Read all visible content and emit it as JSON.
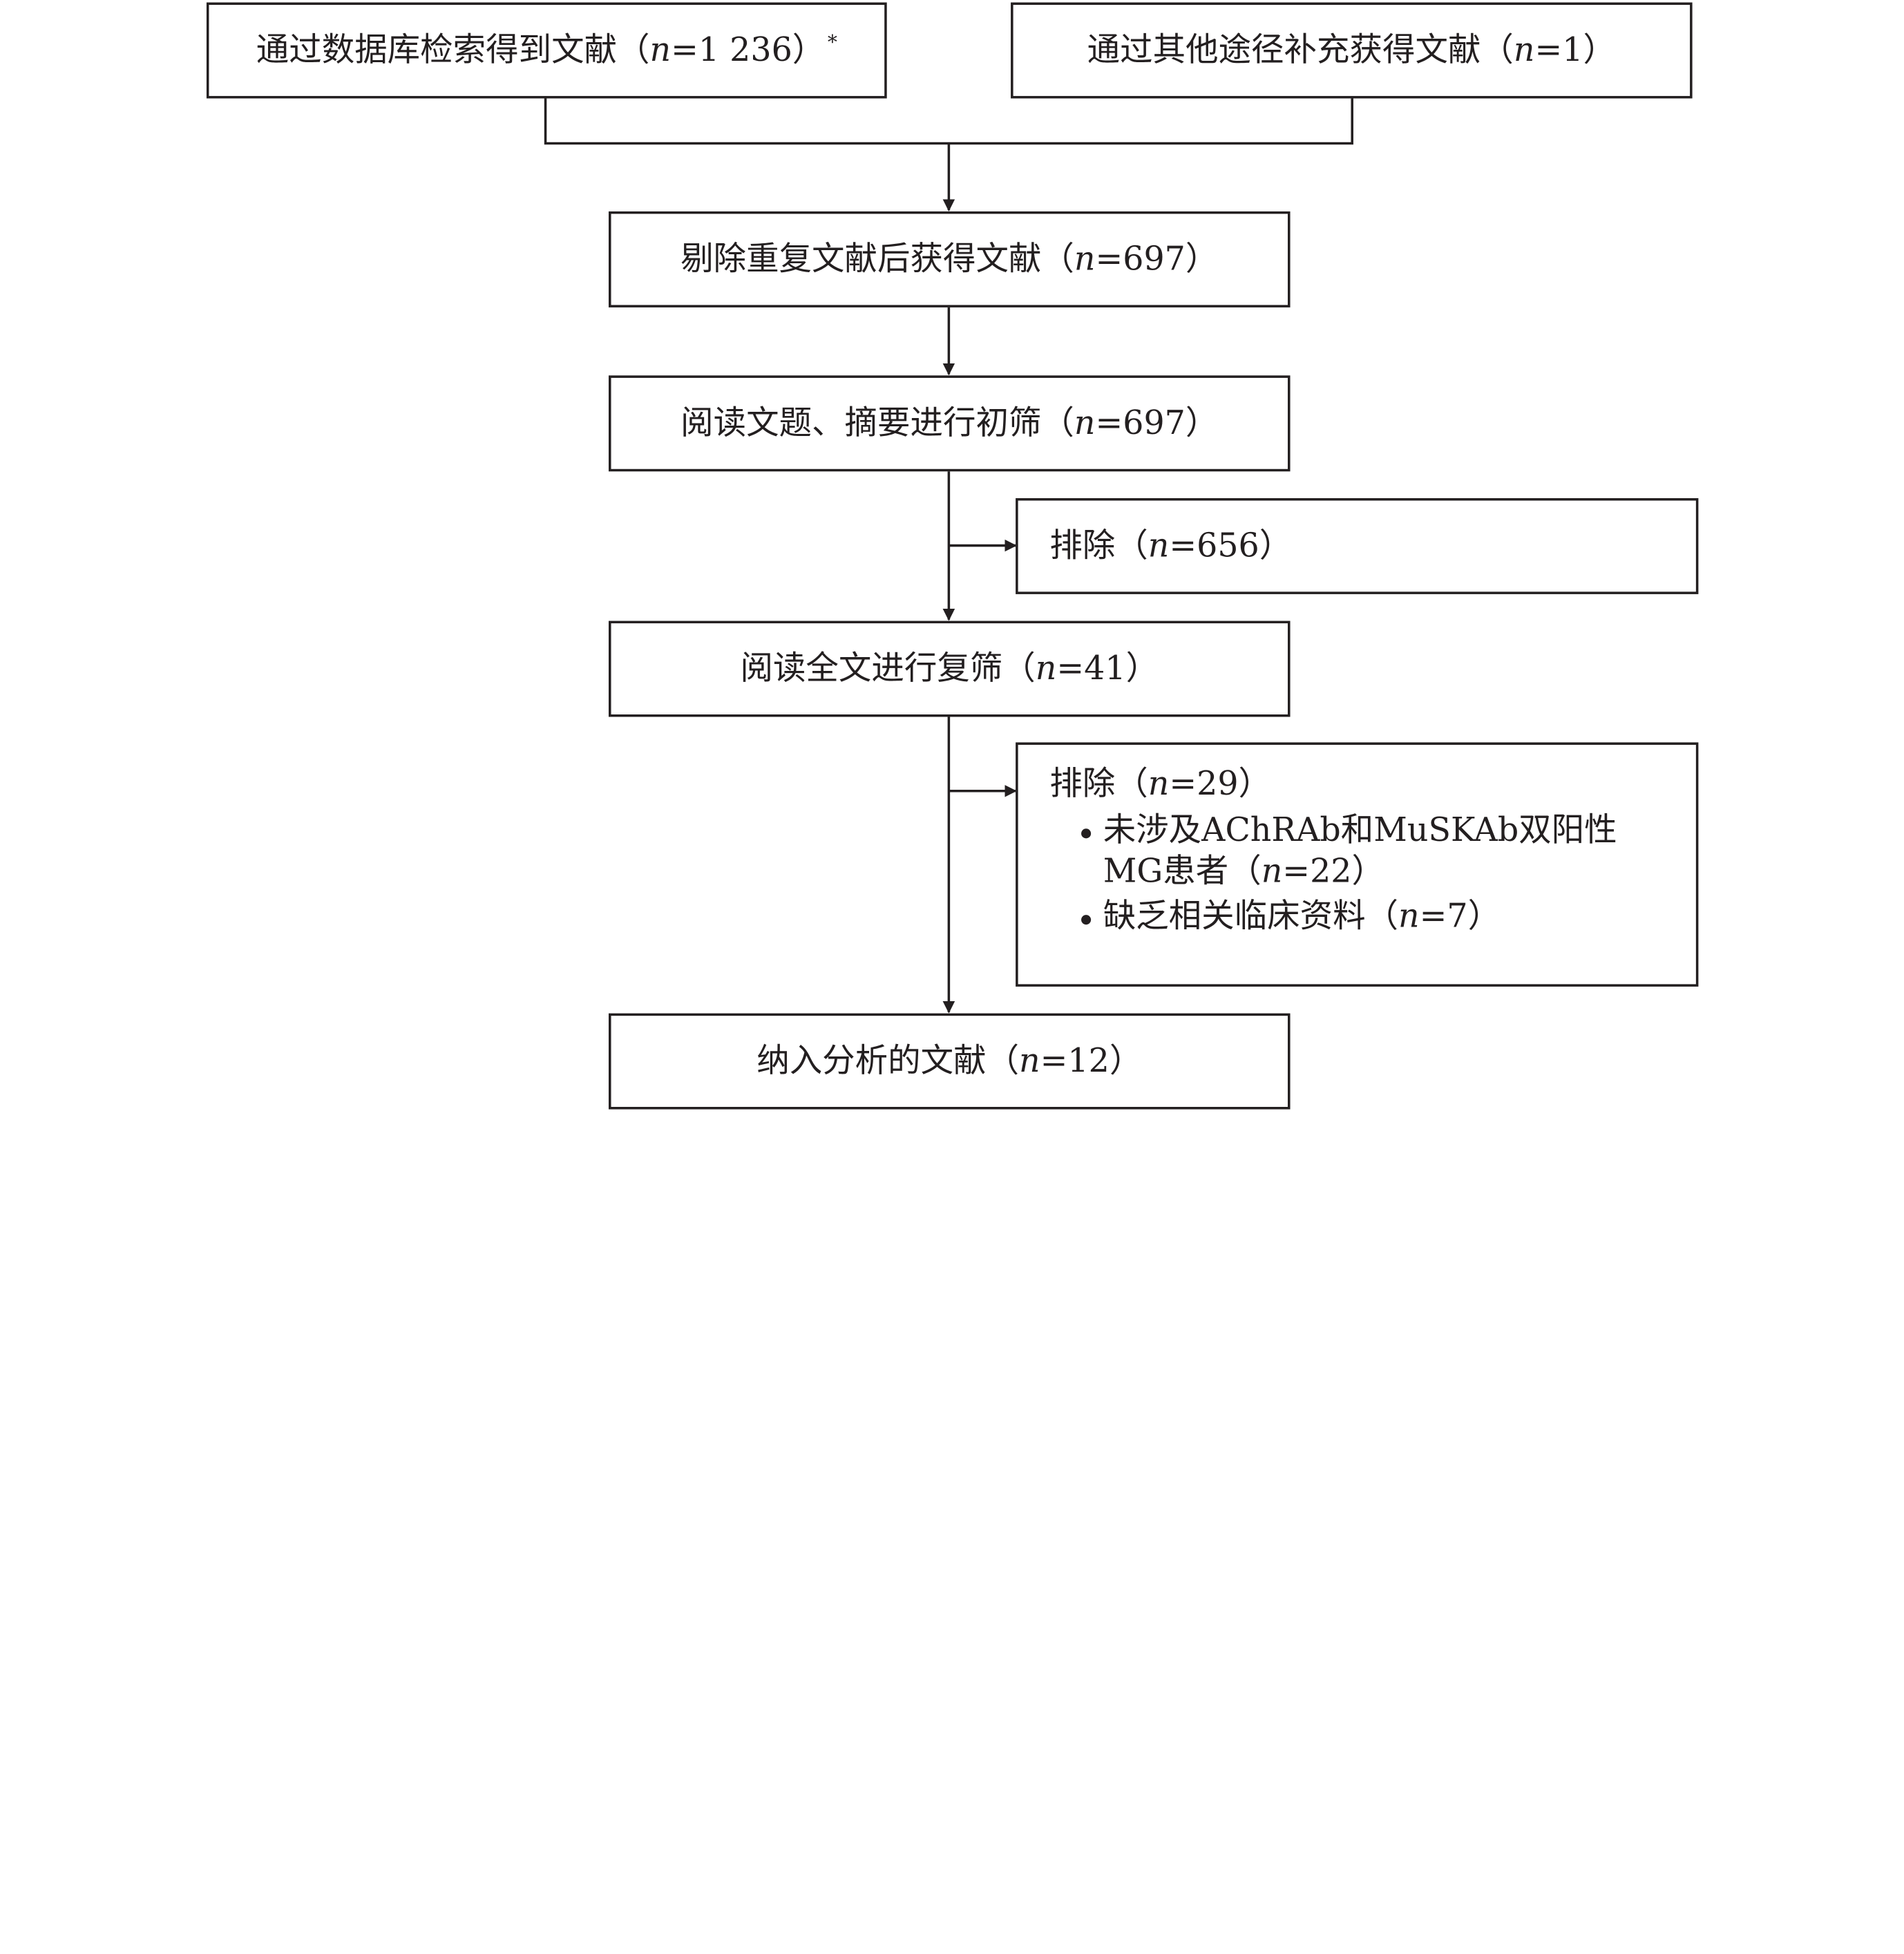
{
  "nodes": {
    "database": {
      "prefix": "通过数据库检索得到文献（",
      "var": "n",
      "value": "=1 236）",
      "mark": "*"
    },
    "other": {
      "prefix": "通过其他途径补充获得文献（",
      "var": "n",
      "value": "=1）"
    },
    "dedup": {
      "prefix": "剔除重复文献后获得文献（",
      "var": "n",
      "value": "=697）"
    },
    "title_abstract": {
      "prefix": "阅读文题、摘要进行初筛（",
      "var": "n",
      "value": "=697）"
    },
    "excluded1": {
      "prefix": "排除（",
      "var": "n",
      "value": "=656）"
    },
    "fulltext": {
      "prefix": "阅读全文进行复筛（",
      "var": "n",
      "value": "=41）"
    },
    "excluded2": {
      "prefix": "排除（",
      "var": "n",
      "value": "=29）",
      "reasons": [
        {
          "prefix": "未涉及AChRAb和MuSKAb双阳性MG患者（",
          "var": "n",
          "value": "=22）"
        },
        {
          "prefix": "缺乏相关临床资料（",
          "var": "n",
          "value": "=7）"
        }
      ]
    },
    "included": {
      "prefix": "纳入分析的文献（",
      "var": "n",
      "value": "=12）"
    }
  },
  "colors": {
    "line": "#231f20",
    "background": "#ffffff"
  }
}
